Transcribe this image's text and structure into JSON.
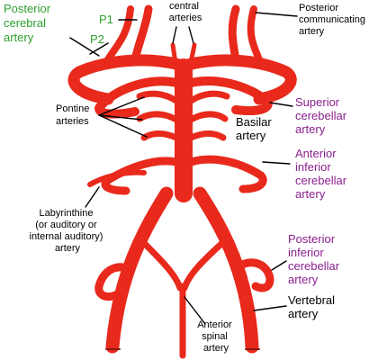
{
  "colors": {
    "artery": "#e8291c",
    "artery_edge": "#8e1710",
    "label_black": "#000000",
    "label_green": "#2e9e2e",
    "label_purple": "#8a1f8f"
  },
  "labels": {
    "posterior_cerebral": [
      "Posterior",
      "cerebral",
      "artery"
    ],
    "p1": "P1",
    "p2": "P2",
    "central_arteries": [
      "central",
      "arteries"
    ],
    "posterior_communicating": [
      "Posterior",
      "communicating",
      "artery"
    ],
    "pontine_arteries": [
      "Pontine",
      "arteries"
    ],
    "basilar_artery": [
      "Basilar",
      "artery"
    ],
    "superior_cerebellar": [
      "Superior",
      "cerebellar",
      "artery"
    ],
    "anterior_inferior_cerebellar": [
      "Anterior",
      "inferior",
      "cerebellar",
      "artery"
    ],
    "labyrinthine": [
      "Labyrinthine",
      "(or auditory or",
      "internal auditory)",
      "artery"
    ],
    "posterior_inferior_cerebellar": [
      "Posterior",
      "inferior",
      "cerebellar",
      "artery"
    ],
    "vertebral_artery": [
      "Vertebral",
      "artery"
    ],
    "anterior_spinal": [
      "Anterior",
      "spinal",
      "artery"
    ]
  }
}
